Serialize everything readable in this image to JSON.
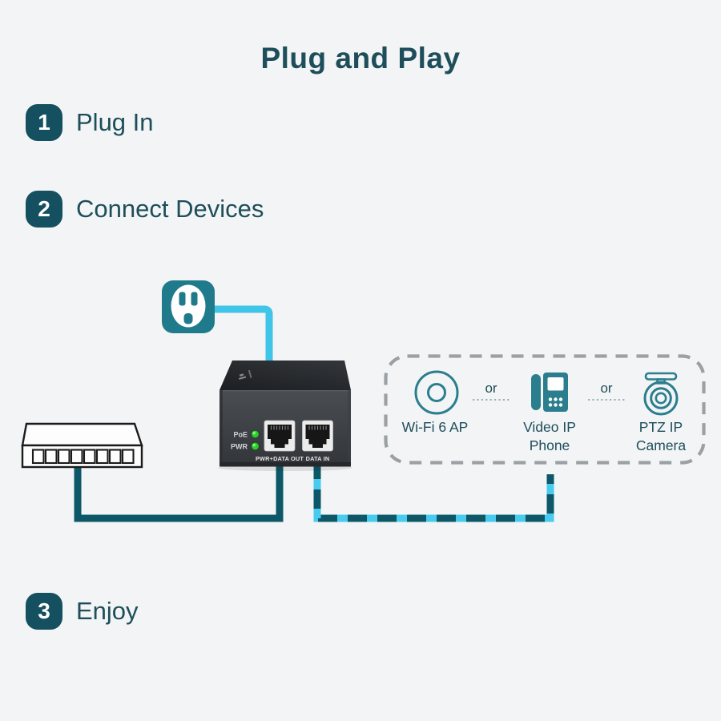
{
  "title": "Plug and Play",
  "steps": [
    {
      "number": "1",
      "label": "Plug In"
    },
    {
      "number": "2",
      "label": "Connect Devices"
    },
    {
      "number": "3",
      "label": "Enjoy"
    }
  ],
  "injector": {
    "led_poe": "PoE",
    "led_pwr": "PWR",
    "port_out_label": "PWR+DATA OUT",
    "port_in_label": "DATA IN"
  },
  "device_box": {
    "ap": {
      "label": "Wi-Fi 6 AP"
    },
    "or_1": "or",
    "phone": {
      "label_line1": "Video IP",
      "label_line2": "Phone"
    },
    "or_2": "or",
    "camera": {
      "label_line1": "PTZ IP",
      "label_line2": "Camera"
    }
  },
  "colors": {
    "background": "#f3f4f5",
    "heading_text": "#1d4e5a",
    "step_badge": "#14505f",
    "outlet_teal": "#1f7b8c",
    "power_cable_blue": "#3ec5e8",
    "data_cable_teal": "#0d5868",
    "poe_stripe_blue": "#47cbee",
    "device_icon_teal": "#2b7e8d",
    "dashed_border_gray": "#9aa0a4",
    "led_green": "#2ecc2e",
    "injector_body": "#3a3d41"
  }
}
